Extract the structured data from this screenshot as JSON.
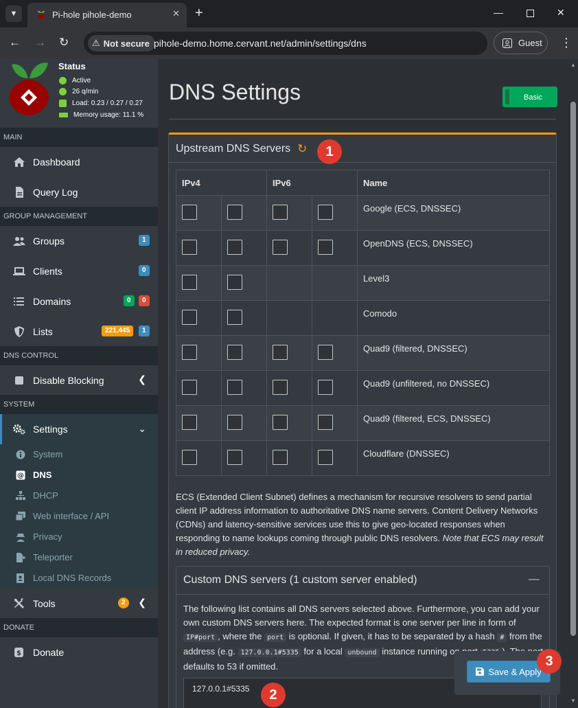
{
  "browser": {
    "tab_title": "Pi-hole pihole-demo",
    "security_label": "Not secure",
    "url": "pihole-demo.home.cervant.net/admin/settings/dns",
    "profile_label": "Guest"
  },
  "sidebar": {
    "status_title": "Status",
    "status_lines": [
      "Active",
      "26 q/min",
      "Load: 0.23 / 0.27 / 0.27",
      "Memory usage: 11.1 %"
    ],
    "sections": {
      "main": "MAIN",
      "group_management": "GROUP MANAGEMENT",
      "dns_control": "DNS CONTROL",
      "system": "SYSTEM",
      "donate": "DONATE"
    },
    "items": {
      "dashboard": "Dashboard",
      "query_log": "Query Log",
      "groups": "Groups",
      "groups_badge": "1",
      "clients": "Clients",
      "clients_badge": "0",
      "domains": "Domains",
      "domains_badge_allow": "0",
      "domains_badge_deny": "0",
      "lists": "Lists",
      "lists_badge_domains": "221,445",
      "lists_badge_count": "1",
      "disable_blocking": "Disable Blocking",
      "settings": "Settings",
      "tools": "Tools",
      "tools_badge": "2",
      "donate": "Donate"
    },
    "settings_sub": [
      "System",
      "DNS",
      "DHCP",
      "Web interface / API",
      "Privacy",
      "Teleporter",
      "Local DNS Records"
    ]
  },
  "page": {
    "title": "DNS Settings",
    "mode_toggle": "Basic"
  },
  "upstream": {
    "title": "Upstream DNS Servers",
    "headers": [
      "IPv4",
      "IPv6",
      "Name"
    ],
    "rows": [
      {
        "name": "Google (ECS, DNSSEC)",
        "ipv6": true
      },
      {
        "name": "OpenDNS (ECS, DNSSEC)",
        "ipv6": true
      },
      {
        "name": "Level3",
        "ipv6": false
      },
      {
        "name": "Comodo",
        "ipv6": false
      },
      {
        "name": "Quad9 (filtered, DNSSEC)",
        "ipv6": true
      },
      {
        "name": "Quad9 (unfiltered, no DNSSEC)",
        "ipv6": true
      },
      {
        "name": "Quad9 (filtered, ECS, DNSSEC)",
        "ipv6": true
      },
      {
        "name": "Cloudflare (DNSSEC)",
        "ipv6": true
      }
    ],
    "ecs_text": "ECS (Extended Client Subnet) defines a mechanism for recursive resolvers to send partial client IP address information to authoritative DNS name servers. Content Delivery Networks (CDNs) and latency-sensitive services use this to give geo-located responses when responding to name lookups coming through public DNS resolvers.",
    "ecs_note": "Note that ECS may result in reduced privacy."
  },
  "custom": {
    "title": "Custom DNS servers (1 custom server enabled)",
    "help_1": "The following list contains all DNS servers selected above. Furthermore, you can add your own custom DNS servers here. The expected format is one server per line in form of",
    "code_ipport": "IP#port",
    "help_2": ", where the",
    "code_port": "port",
    "help_3": "is optional. If given, it has to be separated by a hash",
    "code_hash": "#",
    "help_4": "from the address (e.g.",
    "code_example": "127.0.0.1#5335",
    "help_5": "for a local",
    "code_unbound": "unbound",
    "help_6": "instance running on port",
    "code_port_num": "5335",
    "help_7": "). The port defaults to 53 if omitted.",
    "servers_value": "127.0.0.1#5335"
  },
  "actions": {
    "save_label": "Save & Apply"
  },
  "annotations": [
    "1",
    "2",
    "3"
  ]
}
